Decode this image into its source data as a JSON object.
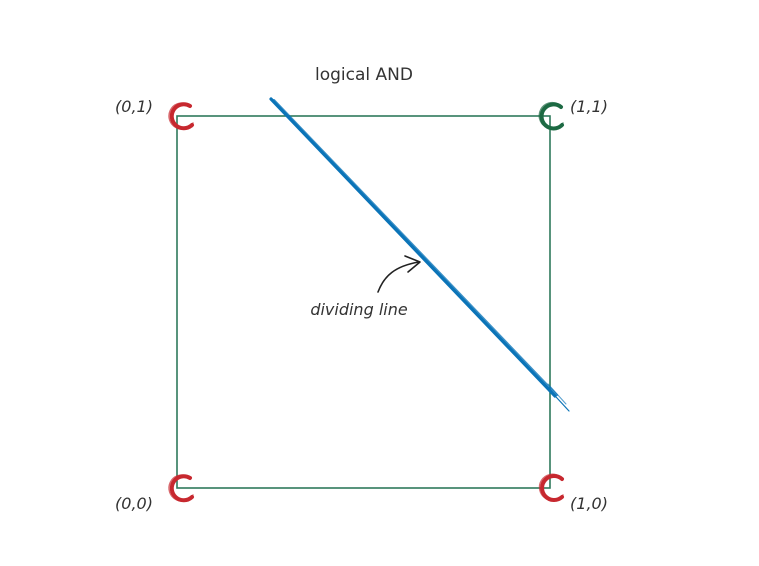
{
  "title": "logical AND",
  "annotation": "dividing line",
  "colors": {
    "square": "#2f7a5b",
    "false_point": "#c7282f",
    "true_point": "#1d6a43",
    "dividing_line": "#0b74b8",
    "text": "#333333"
  },
  "points": [
    {
      "label": "(0,0)",
      "x": 0,
      "y": 0,
      "output": 0
    },
    {
      "label": "(1,0)",
      "x": 1,
      "y": 0,
      "output": 0
    },
    {
      "label": "(0,1)",
      "x": 0,
      "y": 1,
      "output": 0
    },
    {
      "label": "(1,1)",
      "x": 1,
      "y": 1,
      "output": 1
    }
  ]
}
